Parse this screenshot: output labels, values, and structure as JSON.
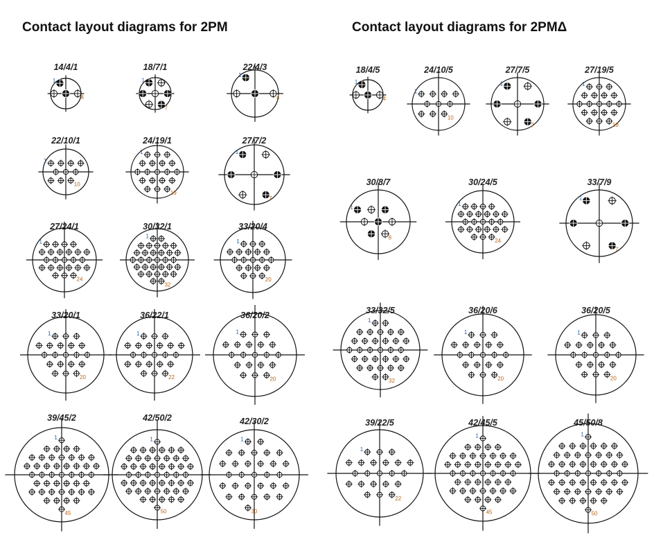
{
  "headings": {
    "left": "Contact layout diagrams for 2PM",
    "right": "Contact layout diagrams for 2PMΔ"
  },
  "colors": {
    "line": "#111111",
    "number_blue": "#1f5fa8",
    "number_orange": "#b8661a"
  },
  "left_diagrams": [
    {
      "label": "14/4/1"
    },
    {
      "label": "18/7/1"
    },
    {
      "label": "22/4/3"
    },
    {
      "label": "22/10/1"
    },
    {
      "label": "24/19/1"
    },
    {
      "label": "27/7/2"
    },
    {
      "label": "27/24/1"
    },
    {
      "label": "30/32/1"
    },
    {
      "label": "33/20/4"
    },
    {
      "label": "33/20/1"
    },
    {
      "label": "36/22/1"
    },
    {
      "label": "36/20/2"
    },
    {
      "label": "39/45/2"
    },
    {
      "label": "42/50/2"
    },
    {
      "label": "42/30/2"
    }
  ],
  "right_diagrams": [
    {
      "label": "18/4/5"
    },
    {
      "label": "24/10/5"
    },
    {
      "label": "27/7/5"
    },
    {
      "label": "27/19/5"
    },
    {
      "label": "30/8/7"
    },
    {
      "label": "30/24/5"
    },
    {
      "label": "33/7/9"
    },
    {
      "label": "33/32/5"
    },
    {
      "label": "36/20/6"
    },
    {
      "label": "36/20/5"
    },
    {
      "label": "39/22/5"
    },
    {
      "label": "42/45/5"
    },
    {
      "label": "45/50/8"
    }
  ]
}
